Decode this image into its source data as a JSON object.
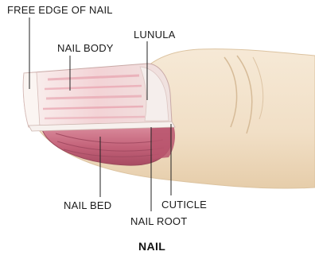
{
  "labels": {
    "free_edge": "FREE EDGE OF NAIL",
    "nail_body": "NAIL BODY",
    "lunula": "LUNULA",
    "nail_bed": "NAIL BED",
    "nail_root": "NAIL ROOT",
    "cuticle": "CUTICLE"
  },
  "title": "NAIL",
  "colors": {
    "skin": "#f3e3cd",
    "skin_shade": "#e9d2b4",
    "nail_plate": "#f6dede",
    "nail_stripe": "#e8a6b2",
    "nail_bed": "#c8687e",
    "nail_bed_dark": "#9e4459",
    "lunula": "#f4ecea",
    "leader_line": "#222222"
  }
}
